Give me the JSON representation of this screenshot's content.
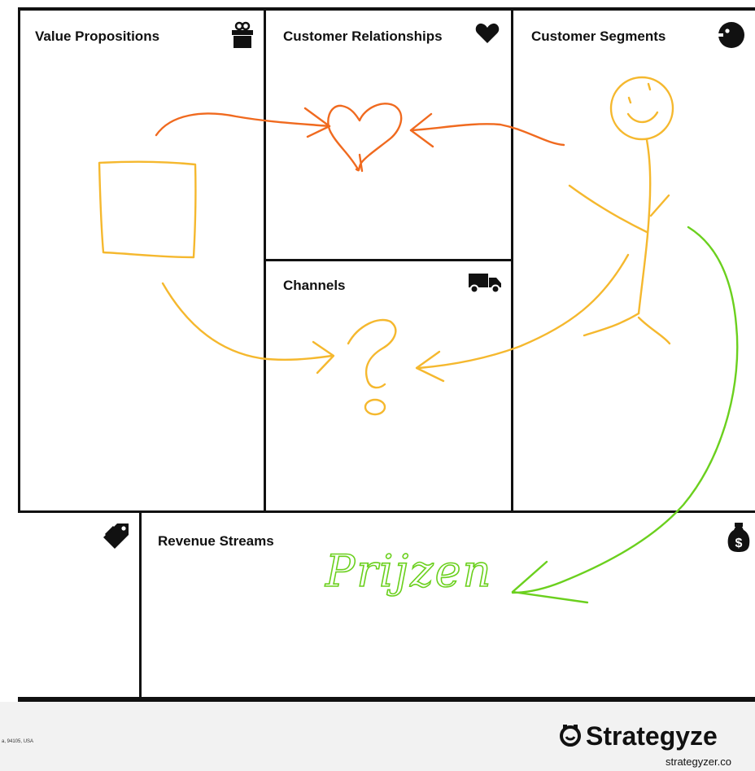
{
  "canvas": {
    "blocks": {
      "value_propositions": {
        "label": "Value Propositions",
        "icon": "gift-icon"
      },
      "customer_relationships": {
        "label": "Customer Relationships",
        "icon": "heart-icon"
      },
      "customer_segments": {
        "label": "Customer Segments",
        "icon": "face-icon"
      },
      "channels": {
        "label": "Channels",
        "icon": "truck-icon"
      },
      "cost_structure": {
        "label": "",
        "icon": "price-tag-icon"
      },
      "revenue_streams": {
        "label": "Revenue Streams",
        "icon": "money-bag-icon"
      }
    }
  },
  "annotations": {
    "handwriting": "Prijzen",
    "colors": {
      "orange": "#f06a1f",
      "yellow": "#f5b82e",
      "green": "#6bd01e"
    }
  },
  "footer": {
    "address_fragment": "a, 94105, USA",
    "brand": "Strategyze",
    "url": "strategyzer.co"
  }
}
